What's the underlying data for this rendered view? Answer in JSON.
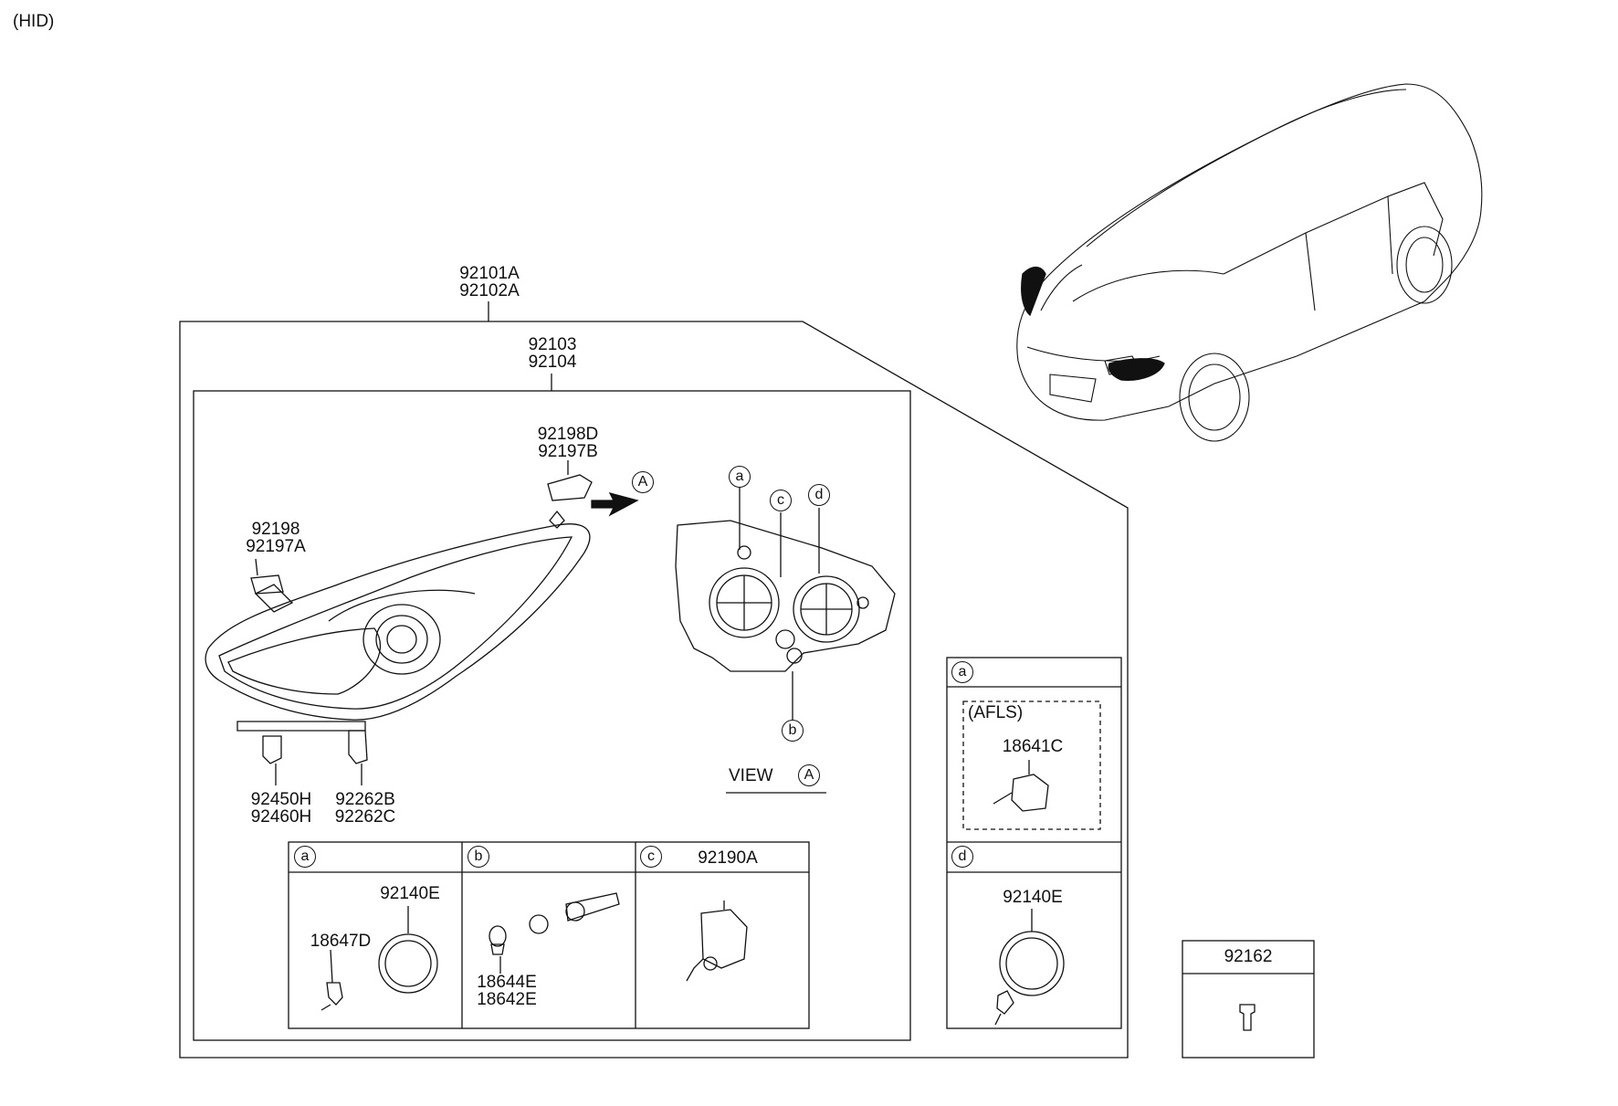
{
  "diagram": {
    "variant": "(HID)",
    "assembly": {
      "line1": "92101A",
      "line2": "92102A"
    },
    "sub_assembly": {
      "line1": "92103",
      "line2": "92104"
    },
    "part_92198D": {
      "line1": "92198D",
      "line2": "92197B"
    },
    "part_92198": {
      "line1": "92198",
      "line2": "92197A"
    },
    "part_92450H": {
      "line1": "92450H",
      "line2": "92460H"
    },
    "part_92262B": {
      "line1": "92262B",
      "line2": "92262C"
    },
    "view_label": "VIEW",
    "callouts": {
      "a": "a",
      "b": "b",
      "c": "c",
      "d": "d",
      "A": "A"
    },
    "detail_a": {
      "tag": "a",
      "part_ring": "92140E",
      "part_bulb": "18647D"
    },
    "detail_b": {
      "tag": "b",
      "line1": "18644E",
      "line2": "18642E"
    },
    "detail_c": {
      "tag": "c",
      "part": "92190A"
    },
    "detail_a_right": {
      "tag": "a",
      "group": "(AFLS)",
      "part": "18641C"
    },
    "detail_d": {
      "tag": "d",
      "part": "92140E"
    },
    "detail_screw": {
      "part": "92162"
    }
  }
}
